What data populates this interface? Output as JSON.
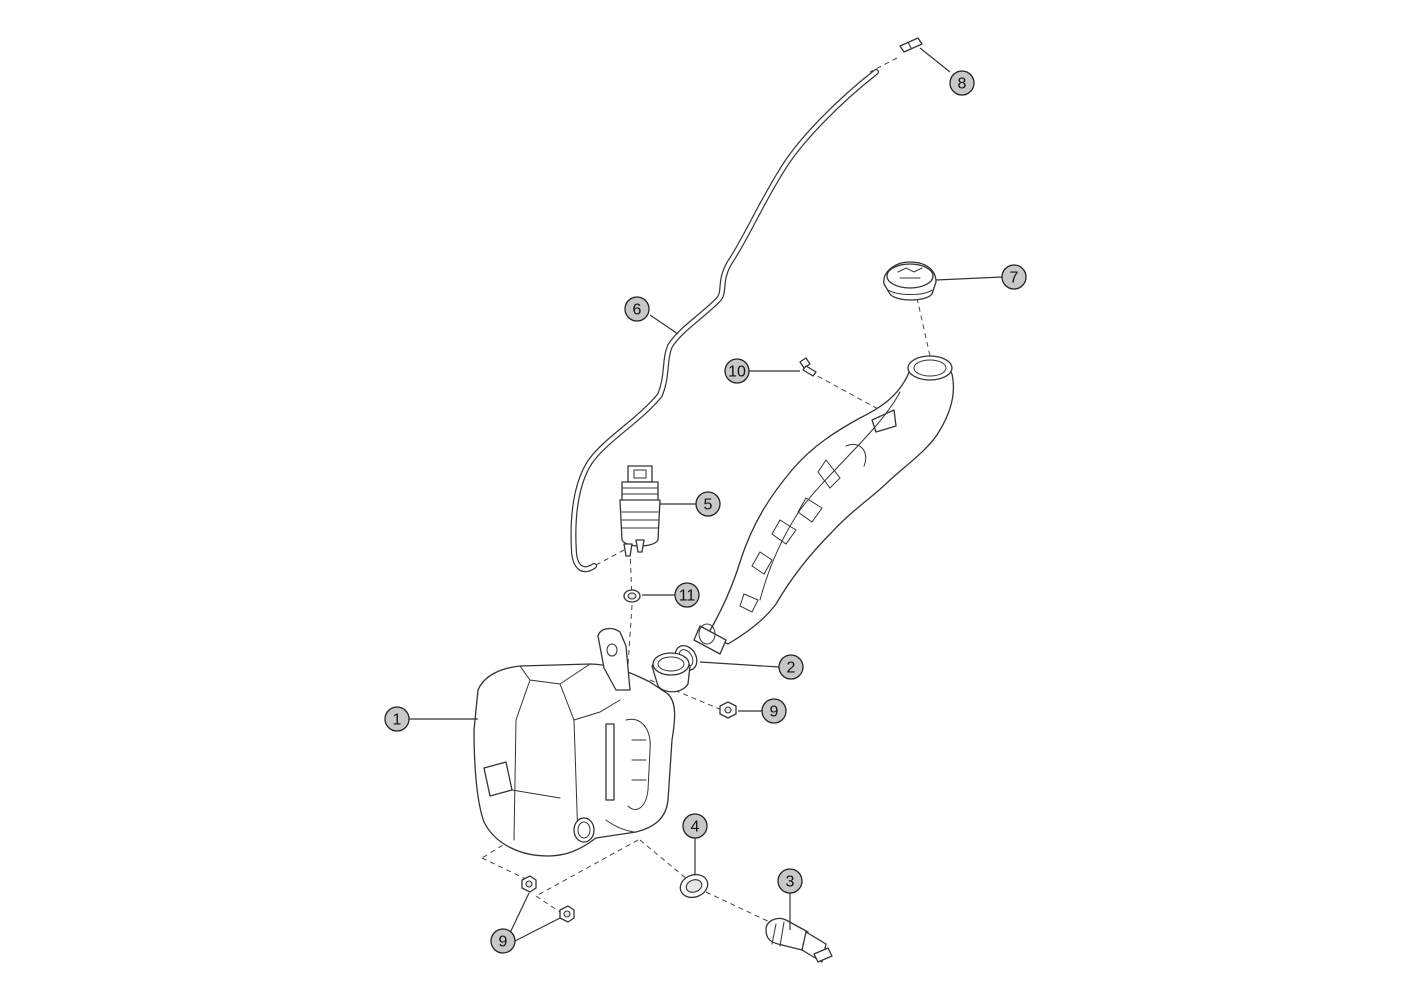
{
  "diagram": {
    "callouts": [
      {
        "id": "c1",
        "label": "1"
      },
      {
        "id": "c2",
        "label": "2"
      },
      {
        "id": "c3",
        "label": "3"
      },
      {
        "id": "c4",
        "label": "4"
      },
      {
        "id": "c5",
        "label": "5"
      },
      {
        "id": "c6",
        "label": "6"
      },
      {
        "id": "c7",
        "label": "7"
      },
      {
        "id": "c8",
        "label": "8"
      },
      {
        "id": "c9a",
        "label": "9"
      },
      {
        "id": "c9b",
        "label": "9"
      },
      {
        "id": "c10",
        "label": "10"
      },
      {
        "id": "c11",
        "label": "11"
      }
    ]
  }
}
